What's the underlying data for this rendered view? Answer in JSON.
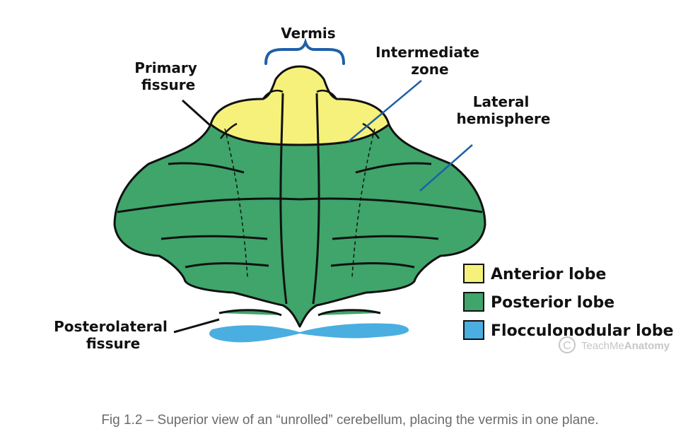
{
  "labels": {
    "vermis": "Vermis",
    "primary_fissure": [
      "Primary",
      "fissure"
    ],
    "intermediate_zone": [
      "Intermediate",
      "zone"
    ],
    "lateral_hemisphere": [
      "Lateral",
      "hemisphere"
    ],
    "posterolateral_fissure": [
      "Posterolateral",
      "fissure"
    ]
  },
  "legend": [
    {
      "label": "Anterior lobe",
      "color": "#f6f17a"
    },
    {
      "label": "Posterior lobe",
      "color": "#3fa56a"
    },
    {
      "label": "Flocculonodular lobe",
      "color": "#4aaee0"
    }
  ],
  "colors": {
    "anterior": "#f6f17a",
    "posterior": "#3fa56a",
    "flocculonodular": "#4aaee0",
    "vermis_brace": "#1e5fa8",
    "pointer_blue": "#1e5fa8",
    "outline": "#111111"
  },
  "watermark": {
    "brand_light": "TeachMe",
    "brand_bold": "Anatomy",
    "icon": "copyright-c-icon"
  },
  "caption": "Fig 1.2 – Superior view of an “unrolled” cerebellum, placing the vermis in one plane."
}
